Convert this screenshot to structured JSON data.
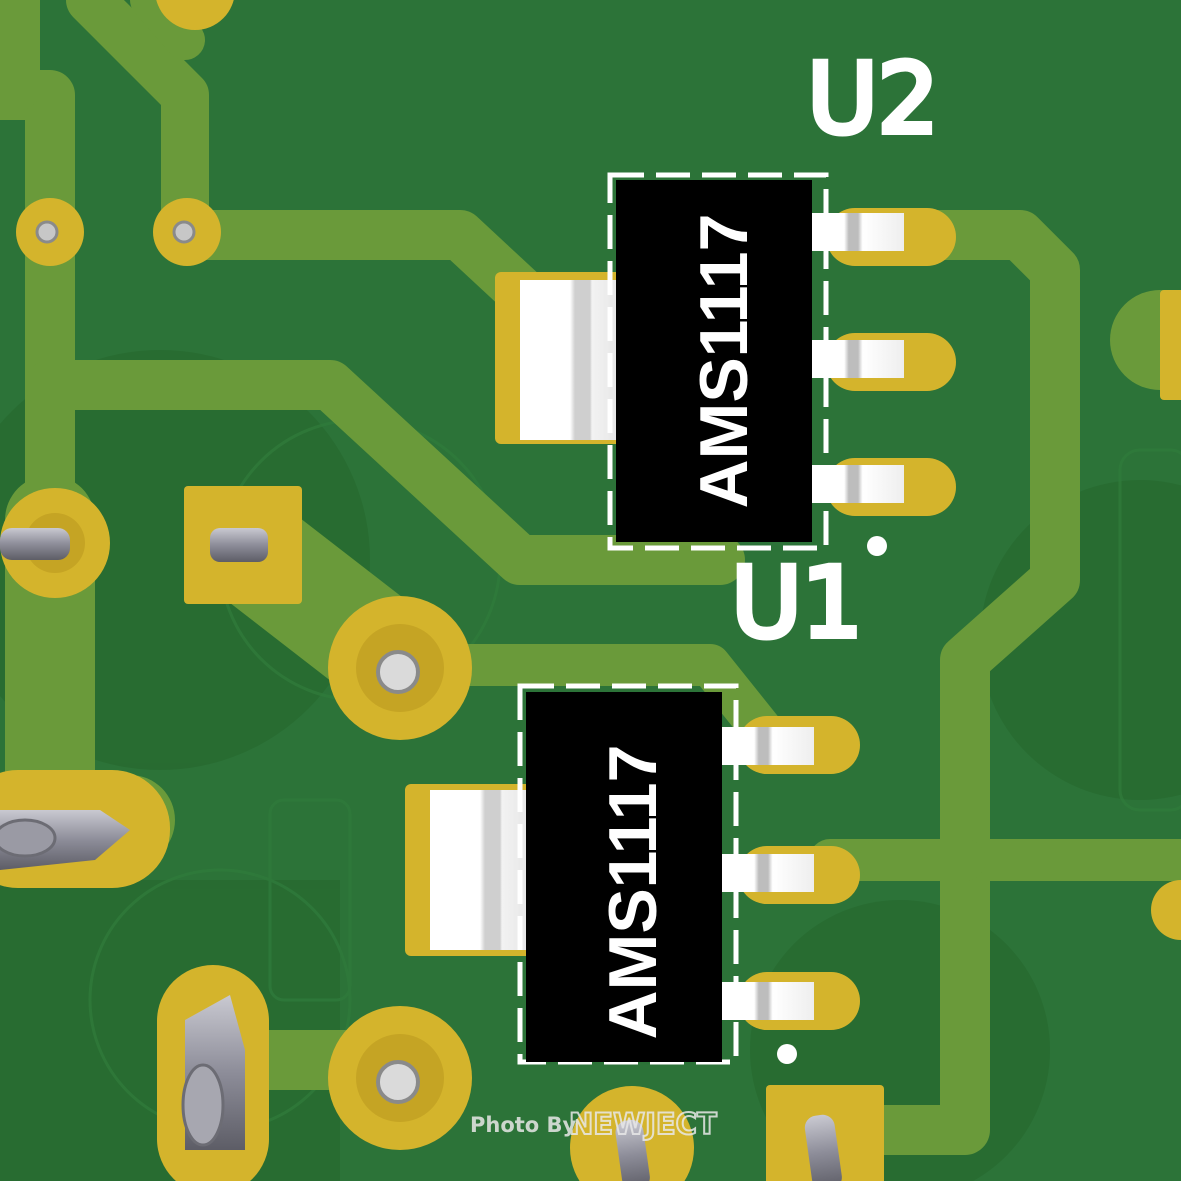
{
  "board": {
    "colors": {
      "soldermask": "#2c7338",
      "soldermask_dark": "#236630",
      "trace": "#6a9a3a",
      "pad": "#d4b42c",
      "pad_dark": "#b8981e",
      "ic_body": "#000000",
      "silkscreen": "#ffffff",
      "pin_metal": "#d8d8d8"
    },
    "designators": {
      "u2": "U2",
      "u1": "U1"
    },
    "chips": [
      {
        "ref": "U2",
        "marking": "AMS1117"
      },
      {
        "ref": "U1",
        "marking": "AMS1117"
      }
    ]
  },
  "watermark": {
    "prefix": "Photo By",
    "brand": "NEWJECT"
  }
}
